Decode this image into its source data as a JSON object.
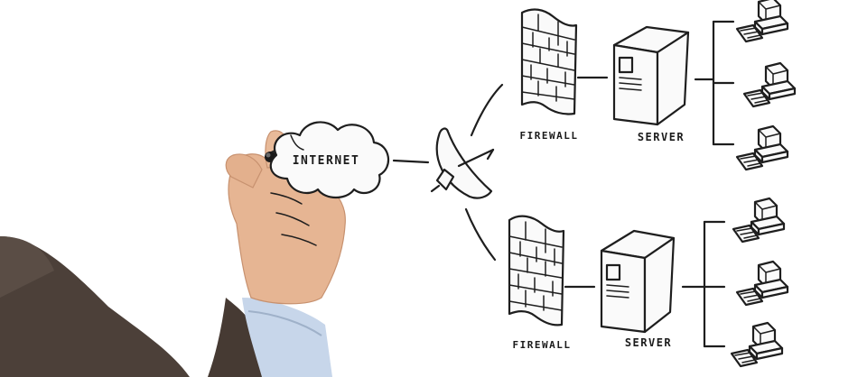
{
  "diagram": {
    "cloud_label": "INTERNET",
    "branches": [
      {
        "firewall_label": "FIREWALL",
        "server_label": "SERVER",
        "workstation_count": 3
      },
      {
        "firewall_label": "FIREWALL",
        "server_label": "SERVER",
        "workstation_count": 3
      }
    ]
  },
  "colors": {
    "background": "#ffffff",
    "ink": "#1e1e1e",
    "suit": "#4a3f38",
    "shirt": "#c9d7ea",
    "skin": "#e8b99a"
  }
}
